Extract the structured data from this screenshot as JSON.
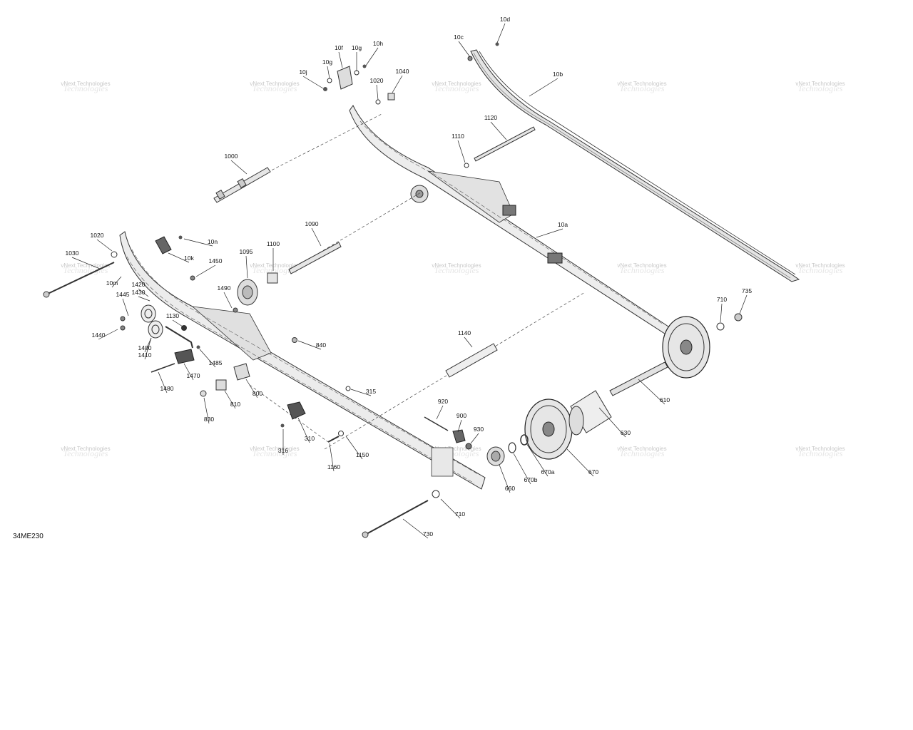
{
  "drawing_id": "34ME230",
  "watermark": {
    "line1": "vNext Technologies",
    "line2": "Technologies"
  },
  "callouts": [
    {
      "id": "c-10d",
      "label": "10d"
    },
    {
      "id": "c-10c",
      "label": "10c"
    },
    {
      "id": "c-10f",
      "label": "10f"
    },
    {
      "id": "c-10g-a",
      "label": "10g"
    },
    {
      "id": "c-10h",
      "label": "10h"
    },
    {
      "id": "c-10g-b",
      "label": "10g"
    },
    {
      "id": "c-10j",
      "label": "10j"
    },
    {
      "id": "c-1040",
      "label": "1040"
    },
    {
      "id": "c-1020-a",
      "label": "1020"
    },
    {
      "id": "c-10b",
      "label": "10b"
    },
    {
      "id": "c-1120",
      "label": "1120"
    },
    {
      "id": "c-1110",
      "label": "1110"
    },
    {
      "id": "c-1000",
      "label": "1000"
    },
    {
      "id": "c-10a",
      "label": "10a"
    },
    {
      "id": "c-1090",
      "label": "1090"
    },
    {
      "id": "c-1020-b",
      "label": "1020"
    },
    {
      "id": "c-10n",
      "label": "10n"
    },
    {
      "id": "c-1030",
      "label": "1030"
    },
    {
      "id": "c-10k",
      "label": "10k"
    },
    {
      "id": "c-1095",
      "label": "1095"
    },
    {
      "id": "c-1100",
      "label": "1100"
    },
    {
      "id": "c-1450",
      "label": "1450"
    },
    {
      "id": "c-10m",
      "label": "10m"
    },
    {
      "id": "c-1420",
      "label": "1420"
    },
    {
      "id": "c-1430",
      "label": "1430"
    },
    {
      "id": "c-1490",
      "label": "1490"
    },
    {
      "id": "c-1445",
      "label": "1445"
    },
    {
      "id": "c-1130",
      "label": "1130"
    },
    {
      "id": "c-1440",
      "label": "1440"
    },
    {
      "id": "c-1400",
      "label": "1400"
    },
    {
      "id": "c-1410",
      "label": "1410"
    },
    {
      "id": "c-840",
      "label": "840"
    },
    {
      "id": "c-710-a",
      "label": "710"
    },
    {
      "id": "c-735",
      "label": "735"
    },
    {
      "id": "c-1140",
      "label": "1140"
    },
    {
      "id": "c-1485",
      "label": "1485"
    },
    {
      "id": "c-1470",
      "label": "1470"
    },
    {
      "id": "c-1480",
      "label": "1480"
    },
    {
      "id": "c-800",
      "label": "800"
    },
    {
      "id": "c-315",
      "label": "315"
    },
    {
      "id": "c-610",
      "label": "610"
    },
    {
      "id": "c-810",
      "label": "810"
    },
    {
      "id": "c-830",
      "label": "830"
    },
    {
      "id": "c-920",
      "label": "920"
    },
    {
      "id": "c-900",
      "label": "900"
    },
    {
      "id": "c-930",
      "label": "930"
    },
    {
      "id": "c-630",
      "label": "630"
    },
    {
      "id": "c-310",
      "label": "310"
    },
    {
      "id": "c-316",
      "label": "316"
    },
    {
      "id": "c-1150",
      "label": "1150"
    },
    {
      "id": "c-1160",
      "label": "1160"
    },
    {
      "id": "c-670",
      "label": "670"
    },
    {
      "id": "c-670a",
      "label": "670a"
    },
    {
      "id": "c-670b",
      "label": "670b"
    },
    {
      "id": "c-660",
      "label": "660"
    },
    {
      "id": "c-710-b",
      "label": "710"
    },
    {
      "id": "c-730",
      "label": "730"
    }
  ]
}
